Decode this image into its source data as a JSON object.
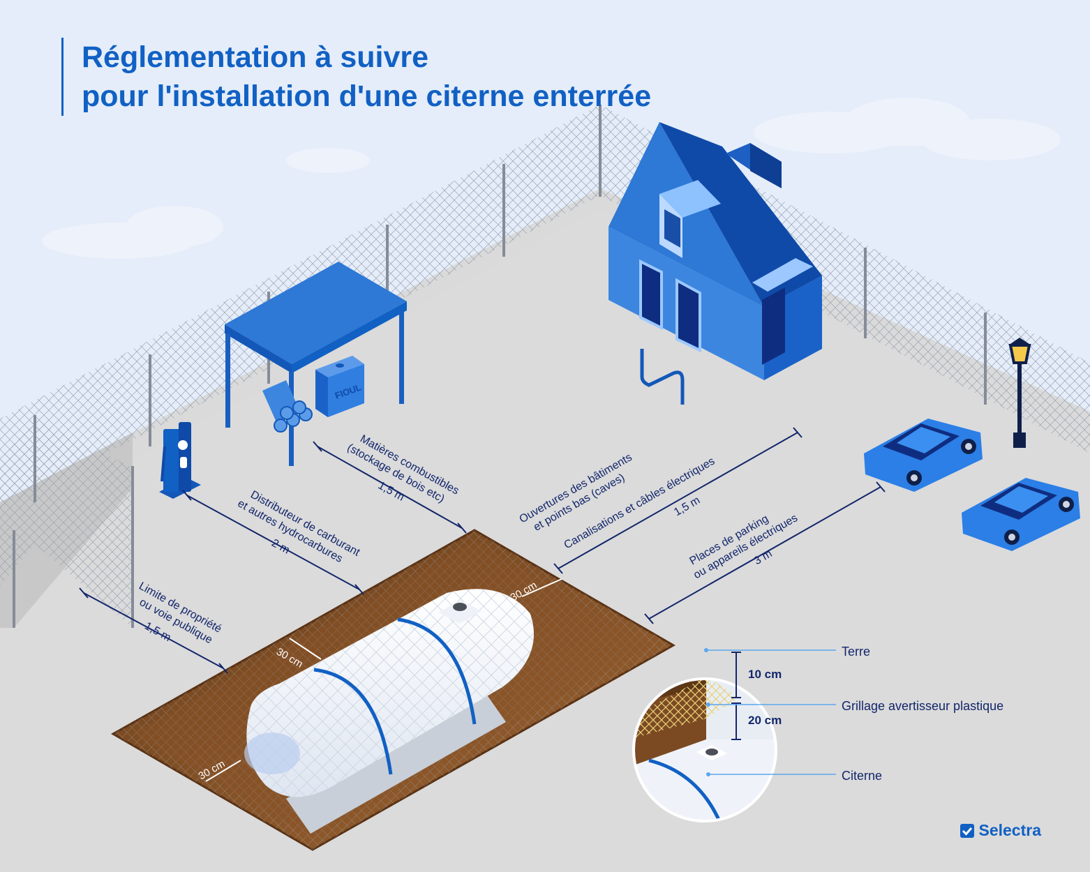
{
  "title": {
    "line1": "Réglementation à suivre",
    "line2": "pour l'installation d'une citerne enterrée"
  },
  "distances": {
    "limite": {
      "line1": "Limite de propriété",
      "line2": "ou voie publique",
      "value": "1,5 m"
    },
    "distributeur": {
      "line1": "Distributeur de carburant",
      "line2": "et autres hydrocarbures",
      "value": "2 m"
    },
    "combustibles": {
      "line1": "Matières combustibles",
      "line2": "(stockage de bois etc)",
      "value": "1,5 m"
    },
    "ouvertures": {
      "line1": "Ouvertures des bâtiments",
      "line2": "et points bas (caves)"
    },
    "canalisations": {
      "line1": "Canalisations et câbles électriques",
      "value": "1,5 m"
    },
    "parking": {
      "line1": "Places de parking",
      "line2": "ou appareils électriques",
      "value": "3 m"
    }
  },
  "pit_margin": "30 cm",
  "tank_label": "FIOUL",
  "section": {
    "terre": "Terre",
    "depth_top": "10 cm",
    "grillage": "Grillage avertisseur plastique",
    "depth_bottom": "20 cm",
    "citerne": "Citerne"
  },
  "brand": "Selectra",
  "colors": {
    "background": "#e4edf9",
    "ground": "#dadada",
    "accent": "#1160c4",
    "navy": "#12266b",
    "soil": "#7b4a22"
  }
}
